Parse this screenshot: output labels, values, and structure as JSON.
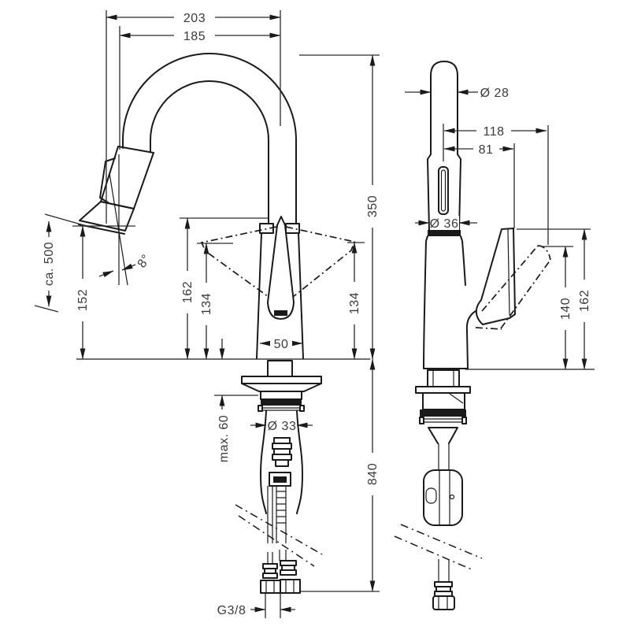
{
  "colors": {
    "line": "#1a1a1a",
    "text": "#3a3a3a",
    "background": "#ffffff"
  },
  "front_view": {
    "dims": {
      "spout_reach_outer": "203",
      "spout_reach_to_aerator": "185",
      "height_above_deck": "350",
      "hose_pullout_length": "ca. 500",
      "aerator_height": "152",
      "spray_head_angle": "8°",
      "top_height": "162",
      "handle_tip_height_left": "134",
      "handle_tip_height_right": "134",
      "base_width": "50",
      "max_deck_thickness": "max. 60",
      "tap_hole_diameter": "Ø 33",
      "hose_length_below_deck": "840",
      "connection_thread": "G3/8"
    }
  },
  "side_view": {
    "dims": {
      "spout_diameter": "Ø 28",
      "handle_projection": "118",
      "handle_projection_inner": "81",
      "body_diameter": "Ø 36",
      "handle_pivot_height": "140",
      "handle_top_height": "162"
    }
  }
}
